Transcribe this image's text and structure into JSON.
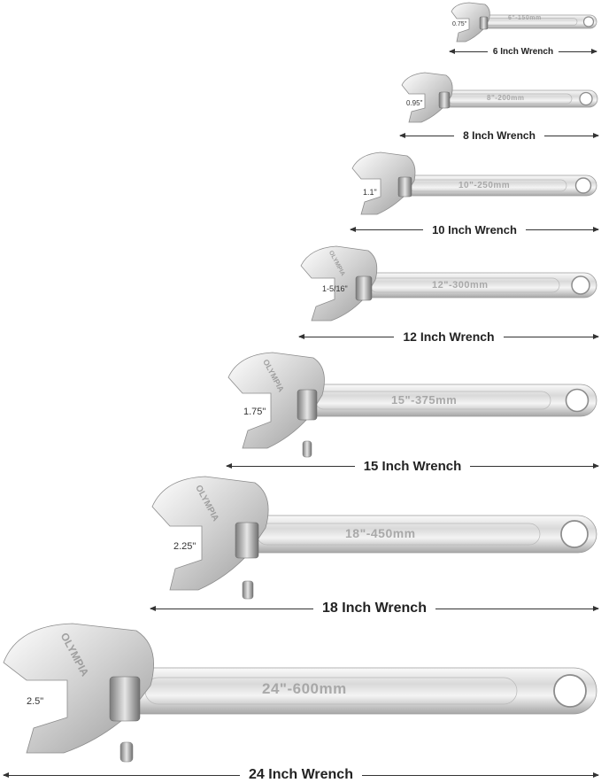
{
  "wrenches": [
    {
      "caption": "6 Inch Wrench",
      "jaw": "0.75\"",
      "stamp": "6\"-150mm"
    },
    {
      "caption": "8 Inch Wrench",
      "jaw": "0.95\"",
      "stamp": "8\"-200mm"
    },
    {
      "caption": "10 Inch Wrench",
      "jaw": "1.1\"",
      "stamp": "10\"-250mm"
    },
    {
      "caption": "12 Inch Wrench",
      "jaw": "1-5/16\"",
      "stamp": "12\"-300mm"
    },
    {
      "caption": "15 Inch Wrench",
      "jaw": "1.75\"",
      "stamp": "15\"-375mm"
    },
    {
      "caption": "18 Inch Wrench",
      "jaw": "2.25\"",
      "stamp": "18\"-450mm"
    },
    {
      "caption": "24 Inch Wrench",
      "jaw": "2.5\"",
      "stamp": "24\"-600mm"
    }
  ],
  "brand": "OLYMPIA",
  "colors": {
    "steel_light": "#f2f2f2",
    "steel_mid": "#c9c9c9",
    "steel_dark": "#8c8c8c",
    "arrow": "#333333"
  }
}
